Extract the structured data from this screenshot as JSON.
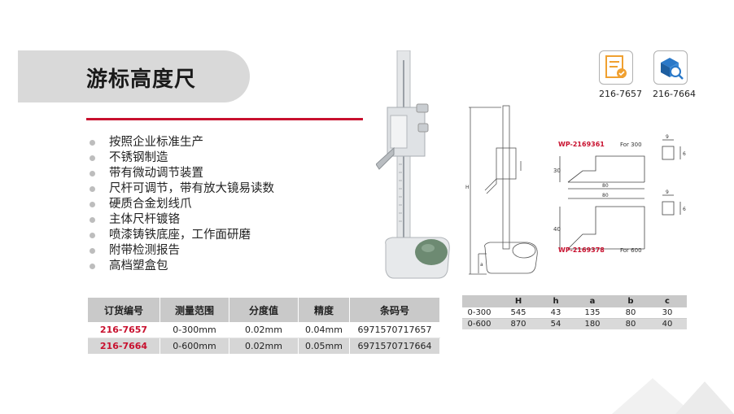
{
  "title": "游标高度尺",
  "features": [
    "按照企业标准生产",
    "不锈钢制造",
    "带有微动调节装置",
    "尺杆可调节，带有放大镜易读数",
    "硬质合金划线爪",
    "主体尺杆镀铬",
    "喷漆铸铁底座，工作面研磨",
    "附带检测报告",
    "高档塑盒包"
  ],
  "icons": [
    {
      "name": "certificate-icon",
      "label": "216-7657"
    },
    {
      "name": "inspect-icon",
      "label": "216-7664"
    }
  ],
  "spec_table": {
    "headers": [
      "订货编号",
      "测量范围",
      "分度值",
      "精度",
      "条码号"
    ],
    "rows": [
      [
        "216-7657",
        "0-300mm",
        "0.02mm",
        "0.04mm",
        "6971570717657"
      ],
      [
        "216-7664",
        "0-600mm",
        "0.02mm",
        "0.05mm",
        "6971570717664"
      ]
    ]
  },
  "dim_table": {
    "headers": [
      "",
      "H",
      "h",
      "a",
      "b",
      "c"
    ],
    "rows": [
      [
        "0-300",
        "545",
        "43",
        "135",
        "80",
        "30"
      ],
      [
        "0-600",
        "870",
        "54",
        "180",
        "80",
        "40"
      ]
    ]
  },
  "profiles": {
    "p1": {
      "code": "WP-2169361",
      "note": "For 300",
      "height": "30",
      "width": "80",
      "tip_w": "9",
      "tip_h": "6"
    },
    "p2": {
      "code": "WP-2169378",
      "note": "For 600",
      "height": "40",
      "width": "80",
      "tip_w": "9",
      "tip_h": "6"
    }
  },
  "drawing": {
    "label_h": "H",
    "label_a": "a"
  },
  "colors": {
    "accent": "#c8102e",
    "header_gray": "#c9c9c9",
    "icon_orange": "#f0a030",
    "icon_blue": "#2a78c8"
  }
}
